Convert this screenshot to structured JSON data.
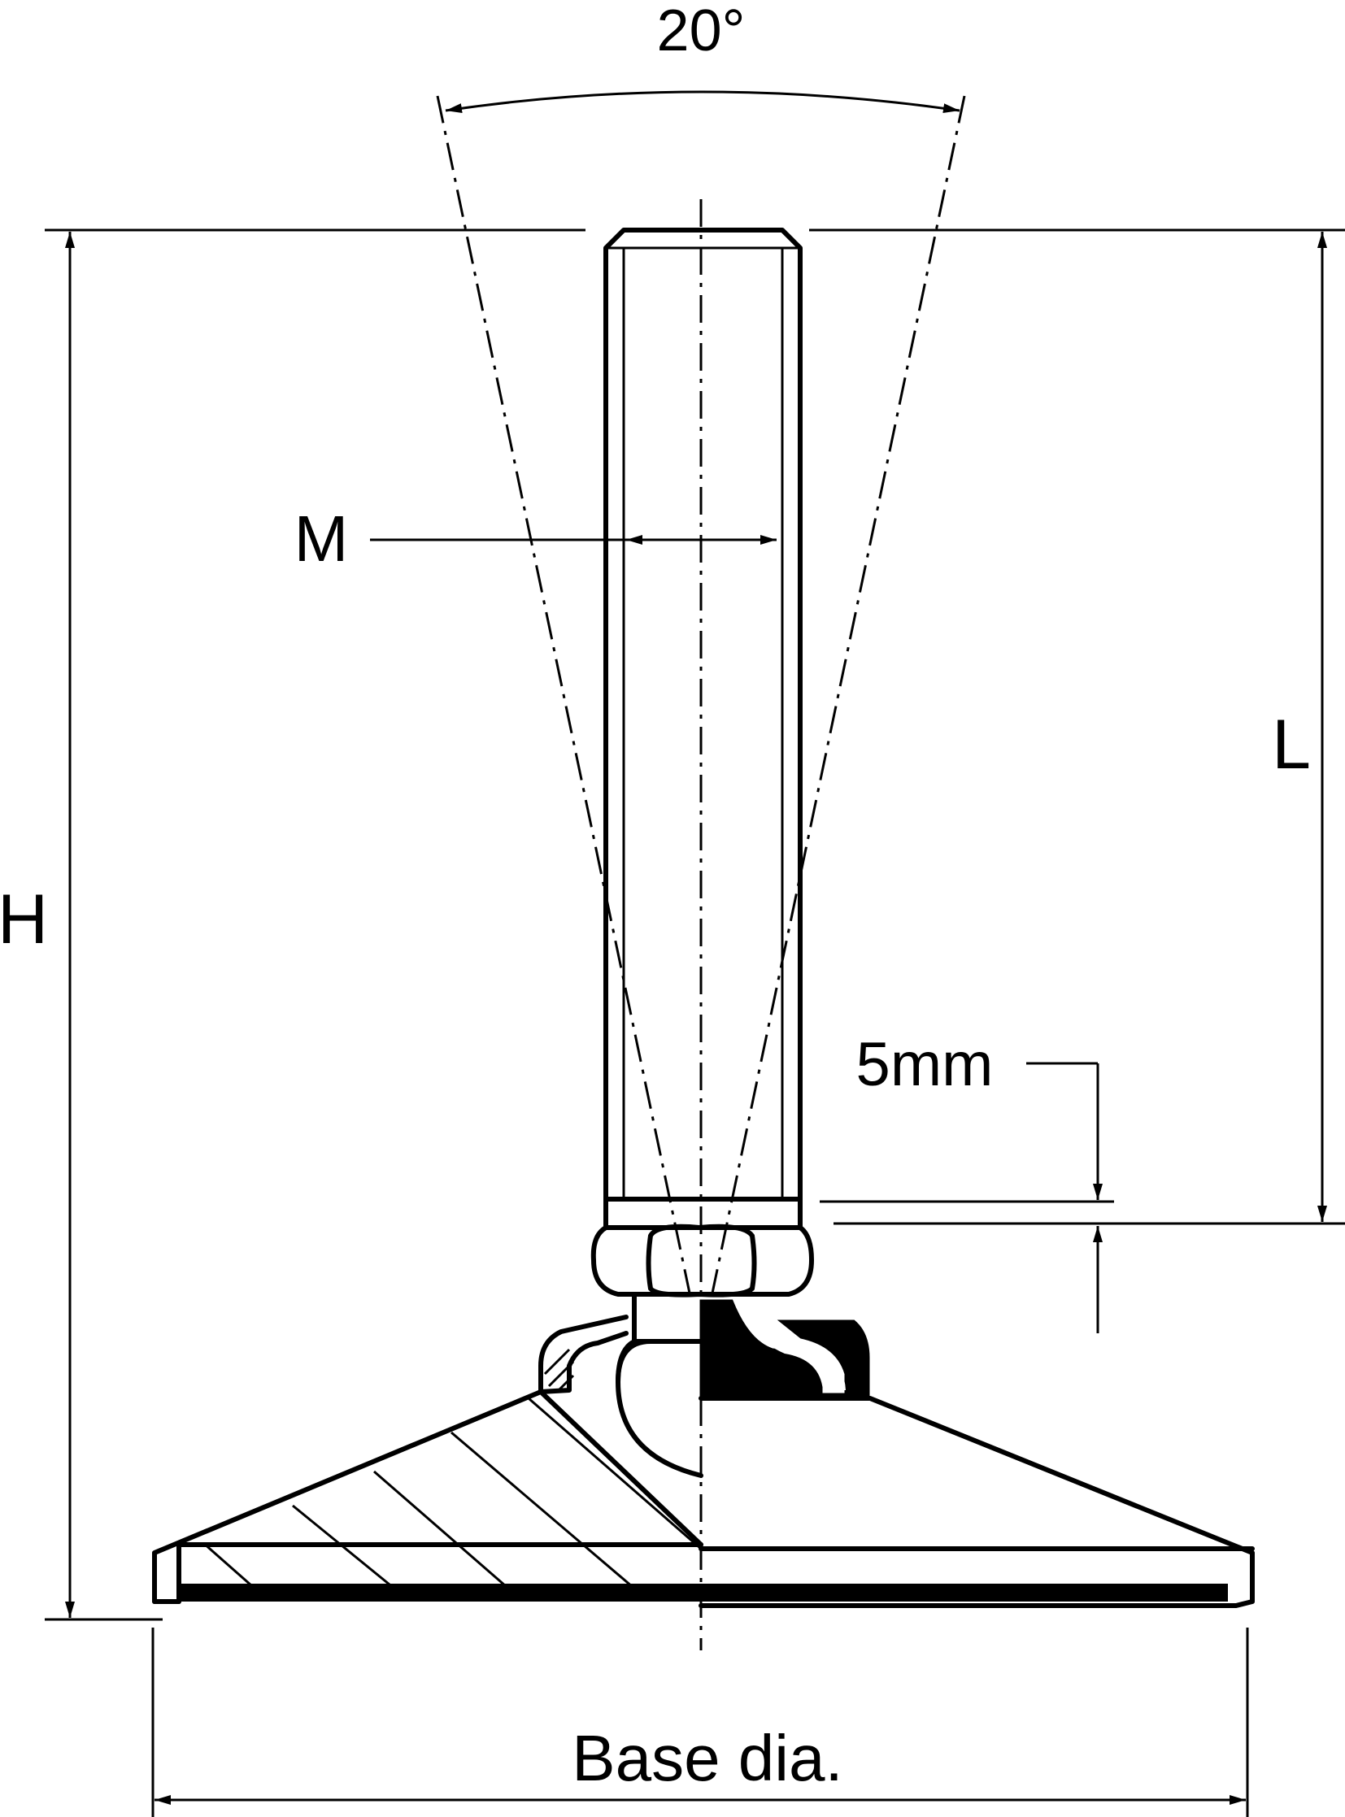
{
  "diagram": {
    "labels": {
      "angle": "20°",
      "thread": "M",
      "overall_height": "H",
      "thread_length": "L",
      "offset": "5mm",
      "base_diameter": "Base dia."
    }
  }
}
